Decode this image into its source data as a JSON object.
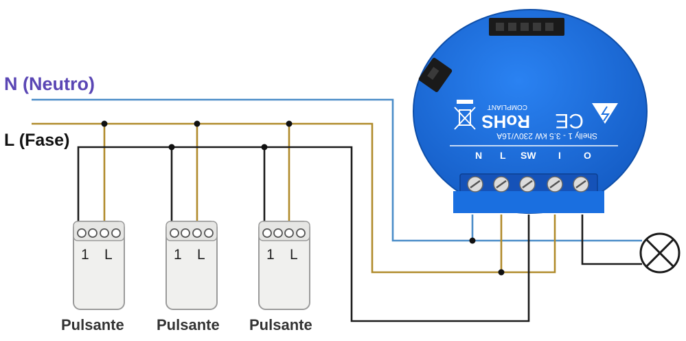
{
  "labels": {
    "neutral": "N (Neutro)",
    "phase": "L (Fase)"
  },
  "buttons": [
    {
      "caption": "Pulsante",
      "terminal_1": "1",
      "terminal_l": "L"
    },
    {
      "caption": "Pulsante",
      "terminal_1": "1",
      "terminal_l": "L"
    },
    {
      "caption": "Pulsante",
      "terminal_1": "1",
      "terminal_l": "L"
    }
  ],
  "device": {
    "terminals": [
      "N",
      "L",
      "SW",
      "I",
      "O"
    ],
    "rating": "Shelly 1 - 3.5 kW 230V/16A",
    "rohs": "RoHS",
    "compliant": "COMPLIANT",
    "ce": "CE",
    "body_color": "#1a6fe0"
  },
  "wires": {
    "neutral_color": "#4a8cc8",
    "phase_color": "#b08a2a",
    "switch_color": "#1a1a1a",
    "neutral_label_color": "#5a46b4",
    "phase_label_color": "#111111"
  },
  "icons": {
    "lamp": "lamp-icon",
    "recycle_bin": "crossed-bin-icon",
    "logo": "shelly-logo-icon"
  }
}
